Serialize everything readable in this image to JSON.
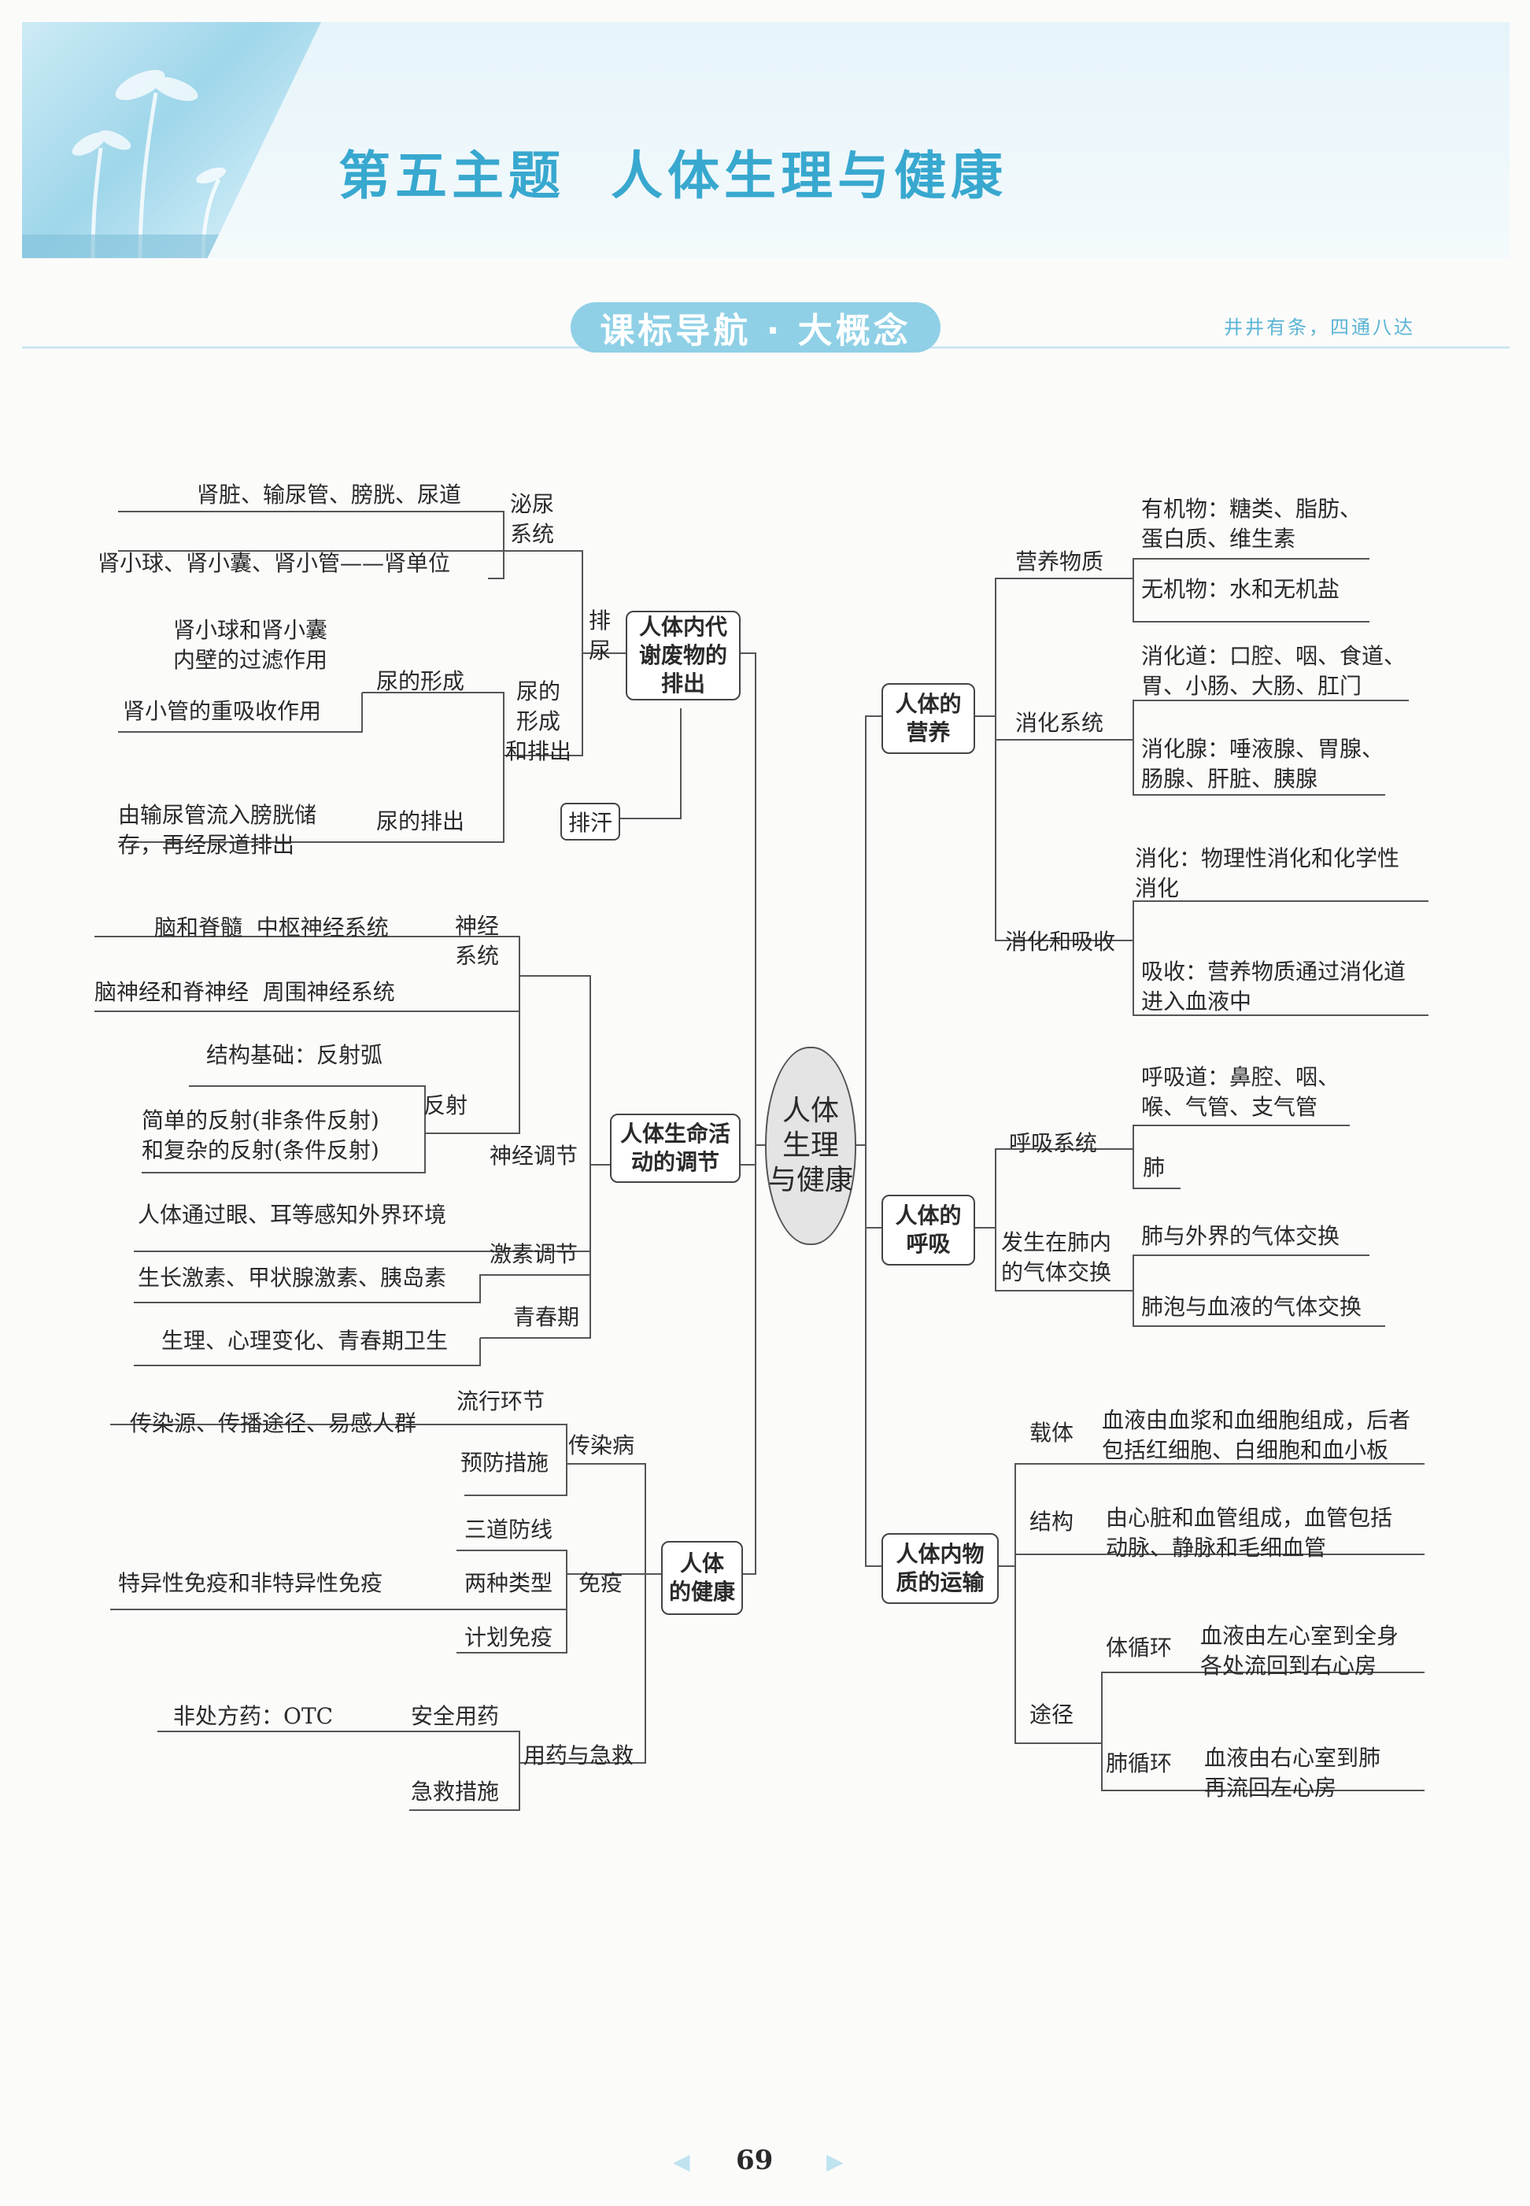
{
  "header": {
    "title": "第五主题  人体生理与健康",
    "banner": "课标导航 · 大概念",
    "motto": "井井有条，四通八达"
  },
  "center": "人体\n生理\n与健康",
  "left": {
    "excretion": {
      "node": "人体内代\n谢废物的\n排出",
      "paiNiao": "排\n尿",
      "miniao": "泌尿\n系统",
      "miniao_items": [
        "肾脏、输尿管、膀胱、尿道",
        "肾小球、肾小囊、肾小管——肾单位"
      ],
      "niaoXingCheng": "尿的\n形成\n和排出",
      "formation": "尿的形成",
      "formation_items": [
        "肾小球和肾小囊\n内壁的过滤作用",
        "肾小管的重吸收作用"
      ],
      "discharge": "尿的排出",
      "discharge_item": "由输尿管流入膀胱储\n存，再经尿道排出",
      "sweat": "排汗"
    },
    "regulation": {
      "node": "人体生命活\n动的调节",
      "nervous": "神经调节",
      "system": "神经\n系统",
      "system_items": [
        "脑和脊髓  中枢神经系统",
        "脑神经和脊神经  周围神经系统"
      ],
      "reflex": "反射",
      "reflex_items": [
        "结构基础：反射弧",
        "简单的反射(非条件反射)\n和复杂的反射(条件反射)"
      ],
      "senses": "人体通过眼、耳等感知外界环境",
      "hormone": "激素调节",
      "hormone_item": "生长激素、甲状腺激素、胰岛素",
      "puberty": "青春期",
      "puberty_item": "生理、心理变化、青春期卫生"
    },
    "health": {
      "node": "人体\n的健康",
      "infectious": "传染病",
      "links": "流行环节",
      "links_item": "传染源、传播途径、易感人群",
      "prevention": "预防措施",
      "immunity": "免疫",
      "immunity_items": [
        "三道防线",
        "两种类型",
        "计划免疫"
      ],
      "types_item": "特异性免疫和非特异性免疫",
      "drugs": "用药与急救",
      "safe": "安全用药",
      "safe_item": "非处方药：OTC",
      "firstaid": "急救措施"
    }
  },
  "right": {
    "nutrition": {
      "node": "人体的\n营养",
      "nutrients": "营养物质",
      "organic": "有机物：糖类、脂肪、\n蛋白质、维生素",
      "inorganic": "无机物：水和无机盐",
      "digestive": "消化系统",
      "tract": "消化道：口腔、咽、食道、\n胃、小肠、大肠、肛门",
      "glands": "消化腺：唾液腺、胃腺、\n肠腺、肝脏、胰腺",
      "digAbs": "消化和吸收",
      "digestion": "消化：物理性消化和化学性\n消化",
      "absorption": "吸收：营养物质通过消化道\n进入血液中"
    },
    "respiration": {
      "node": "人体的\n呼吸",
      "system": "呼吸系统",
      "tract": "呼吸道：鼻腔、咽、\n喉、气管、支气管",
      "lung": "肺",
      "exchange": "发生在肺内\n的气体交换",
      "ex1": "肺与外界的气体交换",
      "ex2": "肺泡与血液的气体交换"
    },
    "transport": {
      "node": "人体内物\n质的运输",
      "carrier": "载体",
      "carrier_item": "血液由血浆和血细胞组成，后者\n包括红细胞、白细胞和血小板",
      "structure": "结构",
      "structure_item": "由心脏和血管组成，血管包括\n动脉、静脉和毛细血管",
      "path": "途径",
      "systemic": "体循环",
      "systemic_item": "血液由左心室到全身\n各处流回到右心房",
      "pulmonary": "肺循环",
      "pulmonary_item": "血液由右心室到肺\n再流回左心房"
    }
  },
  "page": "69"
}
